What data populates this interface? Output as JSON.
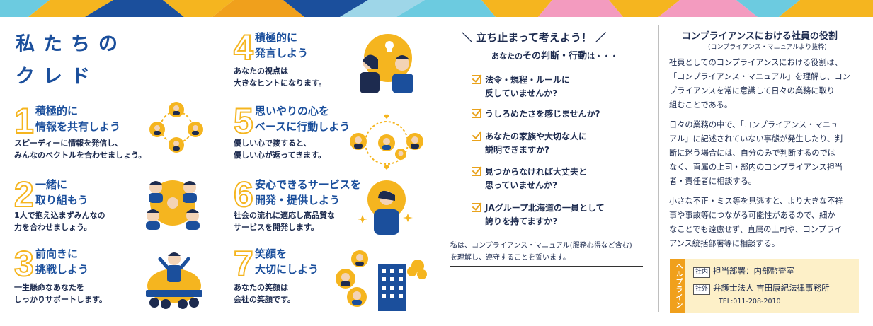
{
  "colors": {
    "accent_yellow": "#f5b51f",
    "heading_blue": "#1b4f9c",
    "text_navy": "#1d2b4f",
    "helpline_orange": "#f0a01c"
  },
  "credo": {
    "title_line1": "私たちの",
    "title_line2": "クレド",
    "items": [
      {
        "num": "1",
        "head1": "積極的に",
        "head2": "情報を共有しよう",
        "desc1": "スピーディーに情報を発信し、",
        "desc2": "みんなのベクトルを合わせましょう。",
        "icon": "team-share-icon"
      },
      {
        "num": "2",
        "head1": "一緒に",
        "head2": "取り組もう",
        "desc1": "1人で抱え込まずみんなの",
        "desc2": "力を合わせましょう。",
        "icon": "team-hands-icon"
      },
      {
        "num": "3",
        "head1": "前向きに",
        "head2": "挑戦しよう",
        "desc1": "一生懸命なあなたを",
        "desc2": "しっかりサポートします。",
        "icon": "cheer-icon"
      },
      {
        "num": "4",
        "head1": "積極的に",
        "head2": "発言しよう",
        "desc1": "あなたの視点は",
        "desc2": "大きなヒントになります。",
        "icon": "idea-talk-icon"
      },
      {
        "num": "5",
        "head1": "思いやりの心を",
        "head2": "ベースに行動しよう",
        "desc1": "優しい心で接すると、",
        "desc2": "優しい心が返ってきます。",
        "icon": "heart-circle-icon"
      },
      {
        "num": "6",
        "head1": "安心できるサービスを",
        "head2": "開発・提供しよう",
        "desc1": "社会の流れに適応し高品質な",
        "desc2": "サービスを開発します。",
        "icon": "service-staff-icon"
      },
      {
        "num": "7",
        "head1": "笑顔を",
        "head2": "大切にしよう",
        "desc1": "あなたの笑顔は",
        "desc2": "会社の笑顔です。",
        "icon": "smile-building-icon"
      }
    ]
  },
  "checklist": {
    "title": "＼ 立ち止まって考えよう！ ／",
    "sub_prefix": "あなたの",
    "sub_emph": "その判断・行動",
    "sub_suffix": "は・・・",
    "items": [
      {
        "line1": "法令・規程・ルールに",
        "line2": "反していませんか?"
      },
      {
        "line1": "うしろめたさを感じませんか?",
        "line2": ""
      },
      {
        "line1": "あなたの家族や大切な人に",
        "line2": "説明できますか?"
      },
      {
        "line1": "見つからなければ大丈夫と",
        "line2": "思っていませんか?"
      },
      {
        "line1": "JAグループ北海道の一員として",
        "line2": "誇りを持てますか?"
      }
    ],
    "pledge_line1": "私は、コンプライアンス・マニュアル(服務心得など含む)",
    "pledge_line2": "を理解し、遵守することを誓います。"
  },
  "role": {
    "title": "コンプライアンスにおける社員の役割",
    "subtitle": "(コンプライアンス・マニュアルより抜粋)",
    "para1": [
      "社員としてのコンプライアンスにおける役割は、",
      "「コンプライアンス・マニュアル」を理解し、コン",
      "プライアンスを常に意識して日々の業務に取り",
      "組むことである。"
    ],
    "para2": [
      "日々の業務の中で、「コンプライアンス・マニュ",
      "アル」に記述されていない事態が発生したり、判",
      "断に迷う場合には、自分のみで判断するのでは",
      "なく、直属の上司・部内のコンプライアンス担当",
      "者・責任者に相談する。"
    ],
    "para3": [
      "小さな不正・ミス等を見逃すと、より大きな不祥",
      "事や事故等につながる可能性があるので、細か",
      "なことでも遠慮せず、直属の上司や、コンプライ",
      "アンス統括部署等に相談する。"
    ]
  },
  "helpline": {
    "label": "ヘルプライン",
    "internal_tag": "社内",
    "internal_text": "担当部署：内部監査室",
    "external_tag": "社外",
    "external_text": "弁護士法人 吉田康紀法律事務所",
    "tel": "TEL:011-208-2010"
  }
}
